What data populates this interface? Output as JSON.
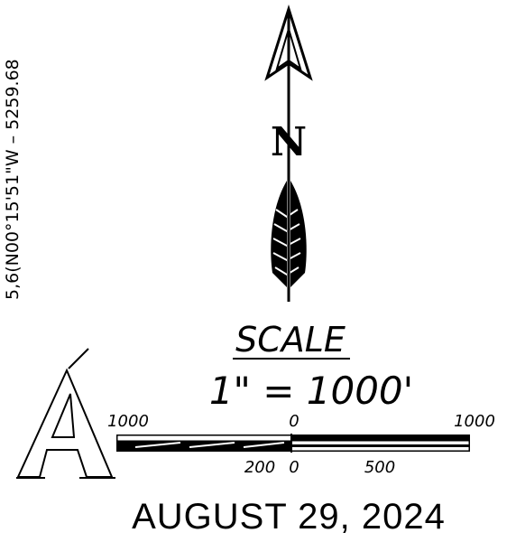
{
  "bearing_label": "5,6(N00°15'51\"W  –  5259.68",
  "north_letter": "N",
  "scale": {
    "title": "SCALE",
    "ratio": "1\"  =  1000'",
    "upper_left": "1000",
    "upper_mid": "0",
    "upper_right": "1000",
    "lower_left": "200",
    "lower_mid": "0",
    "lower_right": "500"
  },
  "sheet_letter": "A",
  "date": "AUGUST 29, 2024"
}
